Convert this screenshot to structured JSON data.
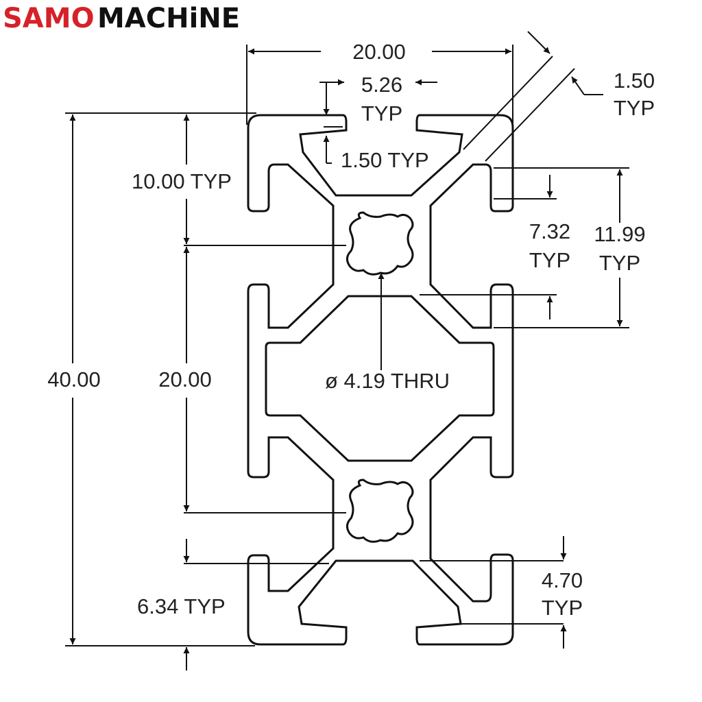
{
  "brand": {
    "name_a": "SAMO",
    "name_b": "MACHiNE"
  },
  "dimensions": {
    "width": "20.00",
    "slot_opening_value": "5.26",
    "slot_opening_note": "TYP",
    "wall_value": "1.50",
    "wall_note": "TYP",
    "slot_lip": "1.50 TYP",
    "half_pitch": "10.00 TYP",
    "pitch": "20.00",
    "height": "40.00",
    "slot_depth_value": "7.32",
    "slot_depth_note": "TYP",
    "slot_width_value": "11.99",
    "slot_width_note": "TYP",
    "hole": "ø 4.19 THRU",
    "flange": "6.34 TYP",
    "web_value": "4.70",
    "web_note": "TYP"
  },
  "colors": {
    "brand_red": "#d62128",
    "ink": "#111111"
  }
}
